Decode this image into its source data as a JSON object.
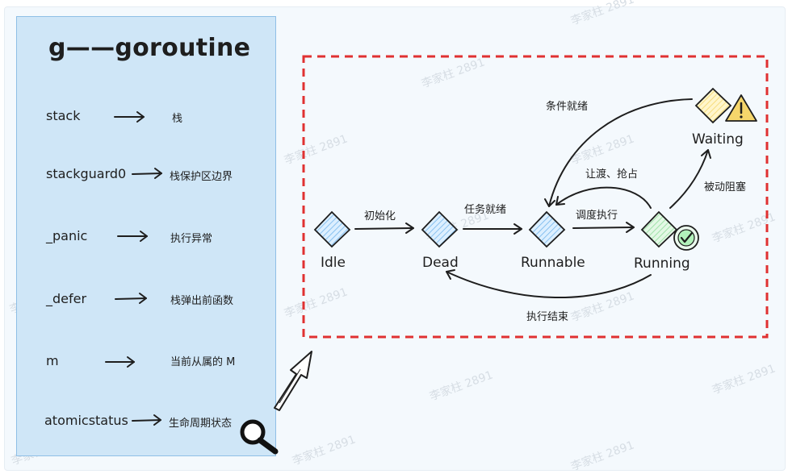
{
  "panel": {
    "title": "g——goroutine",
    "fields": [
      {
        "name": "stack",
        "desc": "栈"
      },
      {
        "name": "stackguard0",
        "desc": "栈保护区边界"
      },
      {
        "name": "_panic",
        "desc": "执行异常"
      },
      {
        "name": "_defer",
        "desc": "栈弹出前函数"
      },
      {
        "name": "m",
        "desc": "当前从属的 M"
      },
      {
        "name": "atomicstatus",
        "desc": "生命周期状态"
      }
    ]
  },
  "states": {
    "idle": "Idle",
    "dead": "Dead",
    "runnable": "Runnable",
    "running": "Running",
    "waiting": "Waiting"
  },
  "transitions": {
    "idle_to_dead": "初始化",
    "dead_to_runnable": "任务就绪",
    "runnable_to_running": "调度执行",
    "running_to_runnable": "让渡、抢占",
    "running_to_waiting": "被动阻塞",
    "waiting_to_runnable": "条件就绪",
    "running_to_dead": "执行结束"
  },
  "watermark": "李家柱 2891",
  "colors": {
    "panel_fill": "#cfe6f7",
    "panel_border": "#8fbfe6",
    "dashed_border": "#e03131",
    "node_fill": "#a5d8ff",
    "running_fill": "#b2f2bb",
    "waiting_fill": "#ffec99",
    "warning_fill": "#f5d66b"
  },
  "icons": [
    "magnifier-icon",
    "check-circle-icon",
    "warning-icon",
    "pointer-arrow-icon"
  ]
}
